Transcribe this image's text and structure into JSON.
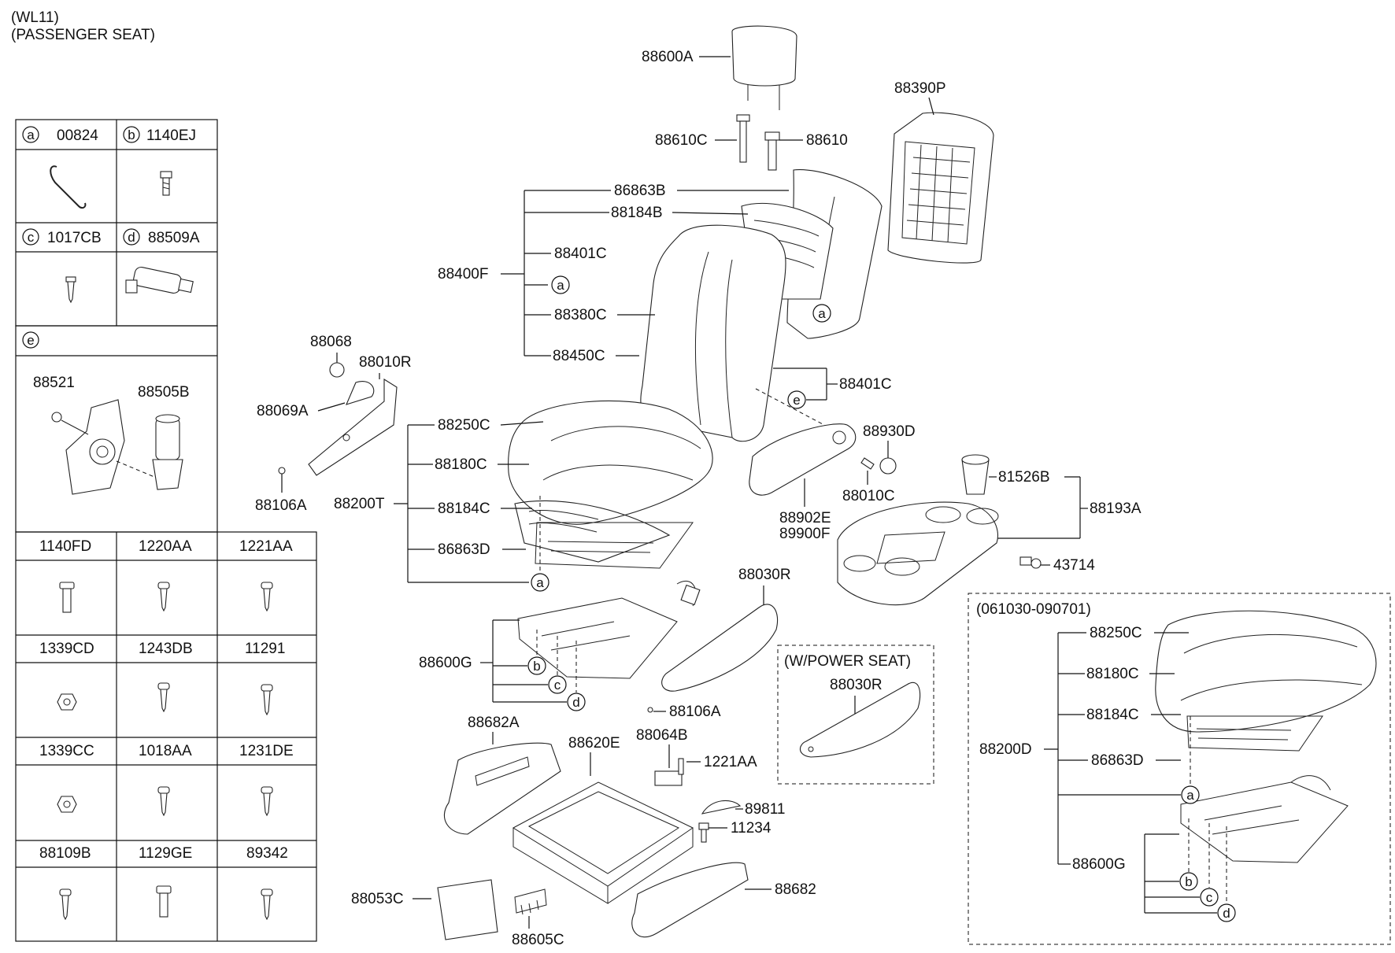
{
  "header": {
    "model": "(WL11)",
    "title": "(PASSENGER SEAT)"
  },
  "legend": {
    "top": [
      {
        "letter": "a",
        "code": "00824"
      },
      {
        "letter": "b",
        "code": "1140EJ"
      },
      {
        "letter": "c",
        "code": "1017CB"
      },
      {
        "letter": "d",
        "code": "88509A"
      }
    ],
    "e_letter": "e",
    "e_parts": [
      "88521",
      "88505B"
    ],
    "grid": [
      [
        "1140FD",
        "1220AA",
        "1221AA"
      ],
      [
        "1339CD",
        "1243DB",
        "11291"
      ],
      [
        "1339CC",
        "1018AA",
        "1231DE"
      ],
      [
        "88109B",
        "1129GE",
        "89342"
      ]
    ]
  },
  "parts": {
    "p88600A": "88600A",
    "p88610C": "88610C",
    "p88610": "88610",
    "p88390P": "88390P",
    "p86863B": "86863B",
    "p88184B": "88184B",
    "p88401C_top": "88401C",
    "p88400F": "88400F",
    "p88380C": "88380C",
    "p88450C": "88450C",
    "p88401C_right": "88401C",
    "p88068": "88068",
    "p88010R": "88010R",
    "p88069A": "88069A",
    "p88106A_left": "88106A",
    "p88250C": "88250C",
    "p88180C": "88180C",
    "p88200T": "88200T",
    "p88184C": "88184C",
    "p86863D": "86863D",
    "p88930D": "88930D",
    "p88010C": "88010C",
    "p88902E": "88902E",
    "p89900F": "89900F",
    "p81526B": "81526B",
    "p88193A": "88193A",
    "p43714": "43714",
    "p88030R": "88030R",
    "p88600G": "88600G",
    "p88106A_mid": "88106A",
    "p88682A": "88682A",
    "p88620E": "88620E",
    "p88064B": "88064B",
    "p1221AA": "1221AA",
    "p89811": "89811",
    "p11234": "11234",
    "p88053C": "88053C",
    "p88605C": "88605C",
    "p88682": "88682"
  },
  "power_seat": {
    "title": "(W/POWER SEAT)",
    "part": "88030R"
  },
  "variant": {
    "title": "(061030-090701)",
    "p88250C": "88250C",
    "p88180C": "88180C",
    "p88184C": "88184C",
    "p88200D": "88200D",
    "p86863D": "86863D",
    "p88600G": "88600G"
  },
  "callouts": {
    "a": "a",
    "b": "b",
    "c": "c",
    "d": "d",
    "e": "e"
  }
}
